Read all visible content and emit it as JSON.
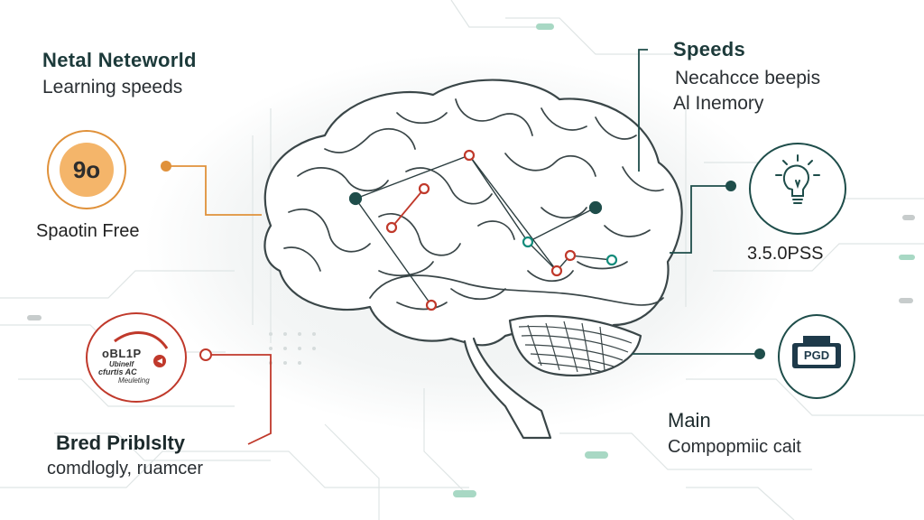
{
  "top_left": {
    "title": "Netal Neteworld",
    "subtitle": "Learning speeds"
  },
  "left_badge": {
    "value": "9o",
    "caption": "Spaotin Free"
  },
  "lower_left_logo": {
    "line1": "oBL1P",
    "line2": "Ubinelf",
    "line3": "cfurtis AC",
    "line4": "Meuleting"
  },
  "lower_left": {
    "title": "Bred Priblslty",
    "subtitle": "comdlogly, ruamcer"
  },
  "top_right": {
    "title": "Speeds",
    "line1": "Necahcce beepis",
    "line2": "Al Inemory"
  },
  "right_badge": {
    "icon": "lightbulb-icon",
    "caption": "3.5.0PSS"
  },
  "lower_right_badge": {
    "label": "PGD"
  },
  "lower_right": {
    "title": "Main",
    "subtitle": "Compopmiic cait"
  },
  "colors": {
    "teal": "#1e4d4a",
    "orange": "#e0913a",
    "red": "#c0392b",
    "mint": "#a8d8c4"
  }
}
